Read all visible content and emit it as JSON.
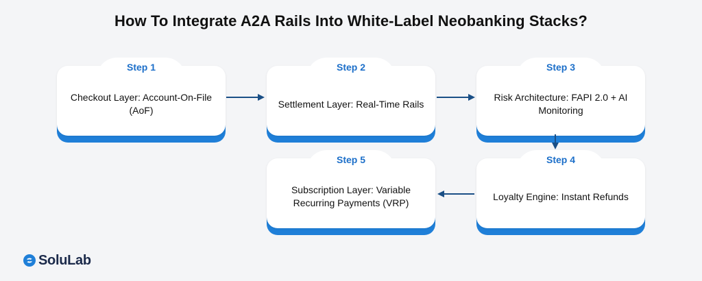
{
  "title": "How To Integrate A2A Rails Into White-Label Neobanking Stacks?",
  "colors": {
    "accent": "#1f7fd8",
    "step_label": "#1c6fc9",
    "arrow": "#1a4f86",
    "background": "#f4f5f7"
  },
  "steps": [
    {
      "label": "Step 1",
      "text": "Checkout Layer: Account-On-File (AoF)"
    },
    {
      "label": "Step 2",
      "text": "Settlement Layer: Real-Time Rails"
    },
    {
      "label": "Step 3",
      "text": "Risk Architecture: FAPI 2.0 + AI Monitoring"
    },
    {
      "label": "Step 4",
      "text": "Loyalty Engine: Instant Refunds"
    },
    {
      "label": "Step 5",
      "text": "Subscription Layer: Variable Recurring Payments (VRP)"
    }
  ],
  "brand": {
    "name": "SoluLab",
    "icon": "solulab-logo-icon"
  }
}
